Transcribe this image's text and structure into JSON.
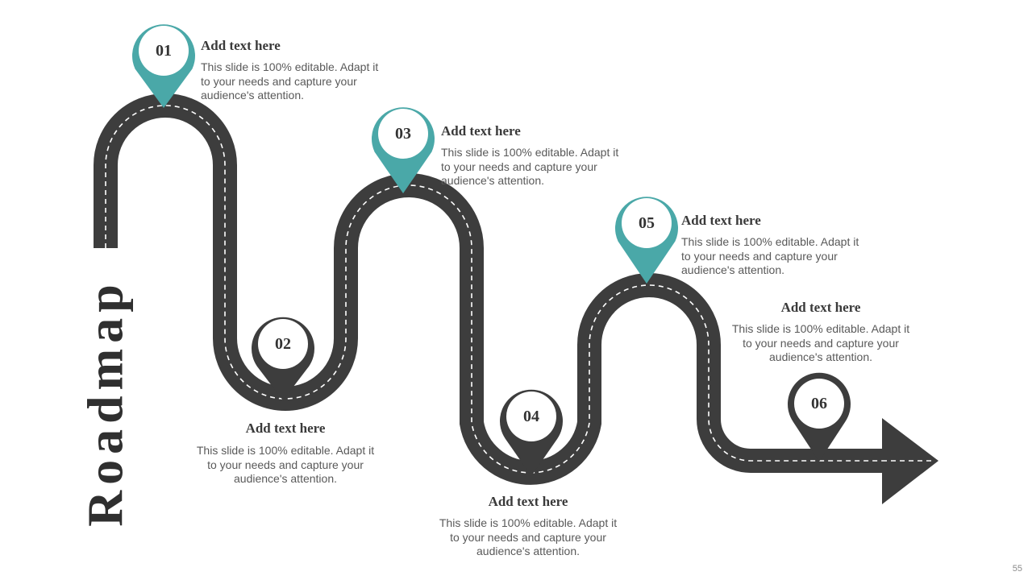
{
  "title": "Roadmap",
  "page_number": "55",
  "colors": {
    "road": "#3d3d3d",
    "accent": "#4aa8a8",
    "dark_pin": "#3d3d3d",
    "dash": "#ffffff"
  },
  "milestones": [
    {
      "number": "01",
      "title": "Add text here",
      "text": "This slide is 100% editable. Adapt it to your needs and capture your audience's attention."
    },
    {
      "number": "02",
      "title": "Add text here",
      "text": "This slide is 100% editable. Adapt it to your needs and capture your audience's attention."
    },
    {
      "number": "03",
      "title": "Add text here",
      "text": "This slide is 100% editable. Adapt it to your needs and capture your audience's attention."
    },
    {
      "number": "04",
      "title": "Add text here",
      "text": "This slide is 100% editable. Adapt it to your needs and capture your audience's attention."
    },
    {
      "number": "05",
      "title": "Add text here",
      "text": "This slide is 100% editable. Adapt it to your needs and capture your audience's attention."
    },
    {
      "number": "06",
      "title": "Add text here",
      "text": "This slide is 100% editable. Adapt it to your needs and capture your audience's attention."
    }
  ]
}
